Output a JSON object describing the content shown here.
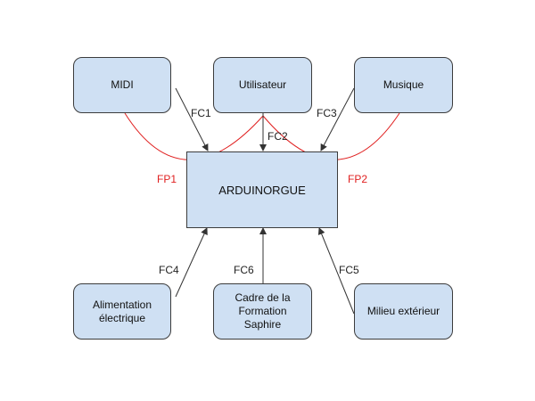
{
  "nodes": {
    "midi": "MIDI",
    "utilisateur": "Utilisateur",
    "musique": "Musique",
    "arduinorgue": "ARDUINORGUE",
    "alimentation": "Alimentation\nélectrique",
    "cadre": "Cadre de la\nFormation\nSaphire",
    "milieu": "Milieu extérieur"
  },
  "labels": {
    "fc1": "FC1",
    "fc2": "FC2",
    "fc3": "FC3",
    "fc4": "FC4",
    "fc5": "FC5",
    "fc6": "FC6",
    "fp1": "FP1",
    "fp2": "FP2"
  },
  "colors": {
    "box_fill": "#cfe0f3",
    "border": "#3c3c3c",
    "arrow": "#333333",
    "curve": "#e02020",
    "fp_label": "#e02020"
  }
}
